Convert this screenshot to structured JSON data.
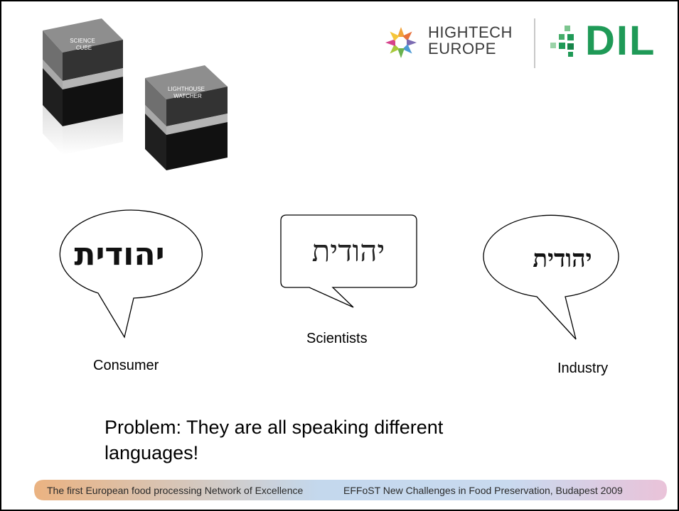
{
  "logos": {
    "cube_left_line1": "SCIENCE",
    "cube_left_line2": "CUBE",
    "cube_right_line1": "LIGHTHOUSE",
    "cube_right_line2": "WATCHER",
    "hightech_line1": "HIGHTECH",
    "hightech_line2": "EUROPE",
    "dil": "DIL"
  },
  "bubbles": [
    {
      "word": "יהודית",
      "caption": "Consumer"
    },
    {
      "word": "יהודית",
      "caption": "Scientists"
    },
    {
      "word": "יהודית",
      "caption": "Industry"
    }
  ],
  "problem_line1": "Problem: They are all speaking different",
  "problem_line2": "languages!",
  "footer": {
    "left": "The first European food processing Network of Excellence",
    "right": "EFFoST New Challenges in Food Preservation, Budapest 2009"
  },
  "colors": {
    "dil_green": "#1f9a57",
    "footer_gradient": [
      "#e7a56b",
      "#b9d1ea",
      "#e6b8d2"
    ]
  }
}
